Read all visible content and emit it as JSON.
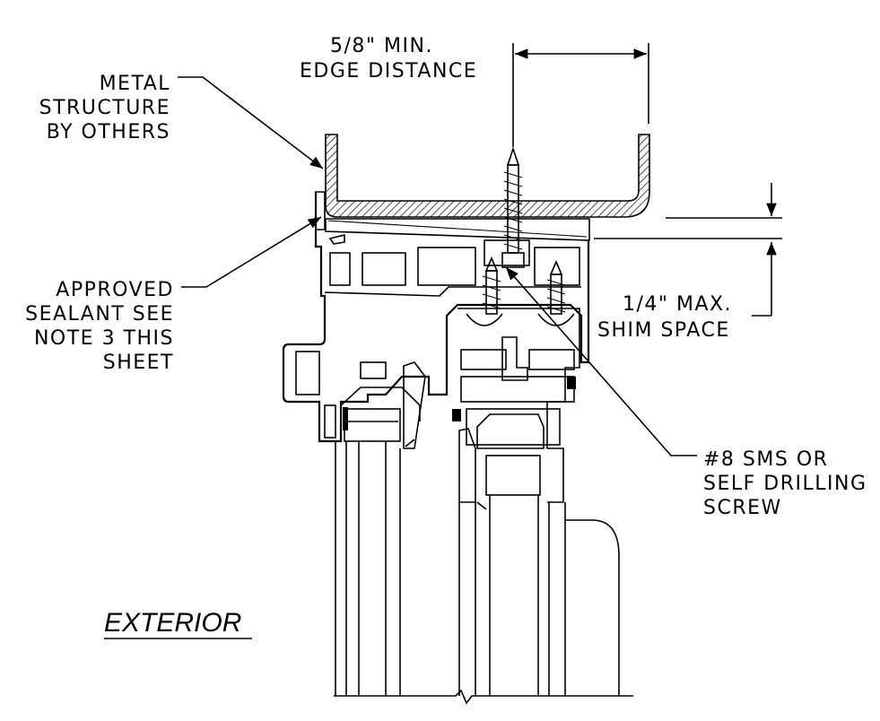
{
  "labels": {
    "edge_distance": [
      "5/8\" MIN.",
      "EDGE DISTANCE"
    ],
    "metal_structure": [
      "METAL",
      "STRUCTURE",
      "BY OTHERS"
    ],
    "sealant": [
      "APPROVED",
      "SEALANT SEE",
      "NOTE 3 THIS",
      "SHEET"
    ],
    "shim_space": [
      "1/4\" MAX.",
      "SHIM SPACE"
    ],
    "screw": [
      "#8 SMS OR",
      "SELF DRILLING",
      "SCREW"
    ],
    "exterior": "EXTERIOR"
  }
}
